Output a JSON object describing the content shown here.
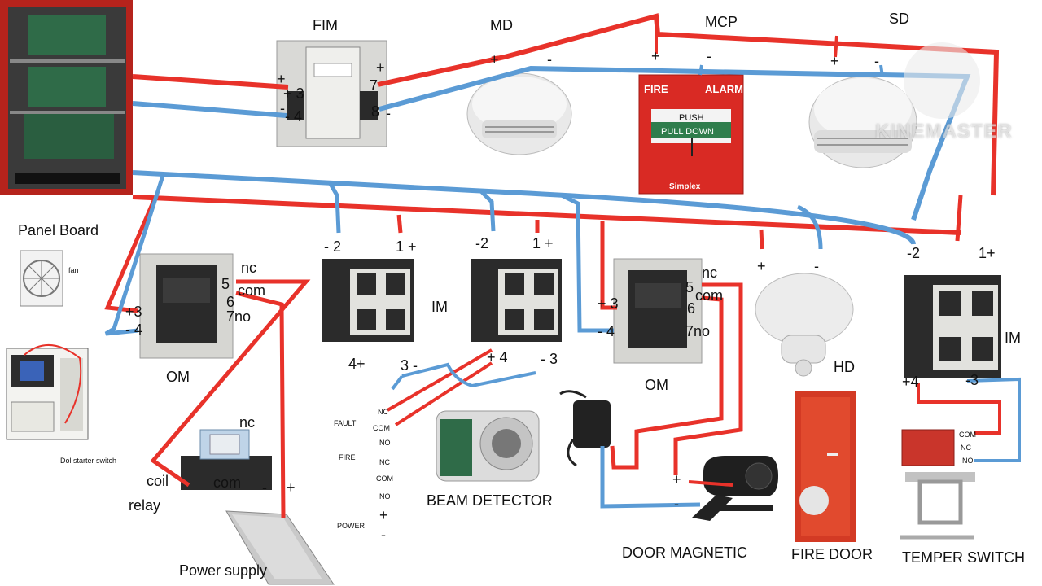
{
  "labels": {
    "fim": "FIM",
    "md": "MD",
    "mcp": "MCP",
    "sd": "SD",
    "panel_board": "Panel Board",
    "fan": "fan",
    "om": "OM",
    "im": "IM",
    "hd": "HD",
    "beam_detector": "BEAM DETECTOR",
    "door_magnetic": "DOOR MAGNETIC",
    "fire_door": "FIRE DOOR",
    "temper_switch": "TEMPER SWITCH",
    "dol_starter": "Dol starter switch",
    "coil": "coil",
    "relay": "relay",
    "power_supply": "Power supply",
    "nc": "nc",
    "com": "com",
    "no": "no",
    "five": "5",
    "six": "6",
    "seven": "7",
    "plus": "+",
    "minus": "-",
    "fim_p3": "+ 3",
    "fim_m4": "- 4",
    "fim_7": "7",
    "fim_8": "8",
    "om_p3": "+3",
    "om_m4": "- 4",
    "om_no": "7no",
    "im_m2": "- 2",
    "im_1p": "1 +",
    "im_4p": "4+",
    "im_3m": "3 -",
    "im2_m2": "-2",
    "im2_p4": "+ 4",
    "im2_m3": "- 3",
    "om2_p3": "+ 3",
    "om2_m4": "- 4",
    "im3_m2": "-2",
    "im3_1p": "1+",
    "im3_p4": "+4",
    "im3_m3": "-3",
    "beam_fault": "FAULT",
    "beam_fire": "FIRE",
    "beam_power": "POWER",
    "beam_nc": "NC",
    "beam_com": "COM",
    "beam_no": "NO",
    "ts_com": "COM",
    "ts_nc": "NC",
    "ts_no": "NO",
    "mcp_fire": "FIRE",
    "mcp_alarm": "ALARM",
    "mcp_push": "PUSH",
    "mcp_pull": "PULL DOWN",
    "mcp_brand": "Simplex",
    "watermark": "KINEMASTER"
  },
  "colors": {
    "positive_wire": "#e8322a",
    "negative_wire": "#5b9bd5",
    "panel_red": "#b5231c",
    "mcp_red": "#d92a24",
    "device_white": "#ecebe8",
    "module_black": "#262626"
  }
}
